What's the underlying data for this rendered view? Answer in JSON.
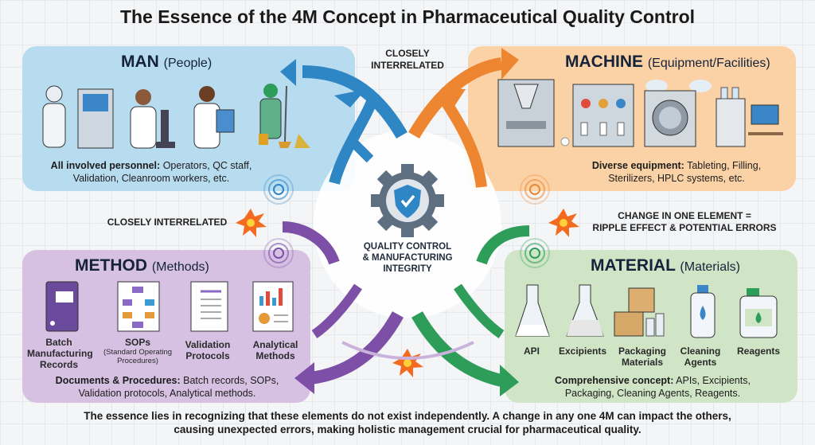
{
  "title": "The Essence of the 4M Concept in Pharmaceutical Quality Control",
  "colors": {
    "man": "#b7dbef",
    "machine": "#fbd2a6",
    "method": "#d6c1e3",
    "material": "#cfe5c6",
    "blue_arrow": "#2f86c4",
    "orange_arrow": "#ee8530",
    "purple_arrow": "#7d4fa6",
    "green_arrow": "#2f9d5a"
  },
  "man": {
    "heading": "MAN",
    "sub": "(People)",
    "desc_bold": "All involved personnel:",
    "desc_line1": "Operators, QC staff,",
    "desc_line2": "Validation, Cleanroom workers, etc."
  },
  "machine": {
    "heading": "MACHINE",
    "sub": "(Equipment/Facilities)",
    "desc_bold": "Diverse equipment:",
    "desc_line1": "Tableting, Filling,",
    "desc_line2": "Sterilizers, HPLC systems, etc."
  },
  "method": {
    "heading": "METHOD",
    "sub": "(Methods)",
    "items": [
      {
        "label": "Batch Manufacturing Records",
        "note": ""
      },
      {
        "label": "SOPs",
        "note": "(Standard Operating Procedures)"
      },
      {
        "label": "Validation Protocols",
        "note": ""
      },
      {
        "label": "Analytical Methods",
        "note": ""
      }
    ],
    "desc_bold": "Documents & Procedures:",
    "desc_line1": "Batch records, SOPs,",
    "desc_line2": "Validation protocols, Analytical methods."
  },
  "material": {
    "heading": "MATERIAL",
    "sub": "(Materials)",
    "items": [
      {
        "label": "API"
      },
      {
        "label": "Excipients"
      },
      {
        "label": "Packaging Materials"
      },
      {
        "label": "Cleaning Agents"
      },
      {
        "label": "Reagents"
      }
    ],
    "desc_bold": "Comprehensive concept:",
    "desc_line1": "APIs, Excipients,",
    "desc_line2": "Packaging, Cleaning Agents, Reagents."
  },
  "center": {
    "line1": "QUALITY CONTROL",
    "line2": "& MANUFACTURING",
    "line3": "INTEGRITY"
  },
  "callouts": {
    "top": [
      "CLOSELY",
      "INTERRELATED"
    ],
    "left": "CLOSELY INTERRELATED",
    "right": [
      "CHANGE IN ONE ELEMENT =",
      "RIPPLE EFFECT & POTENTIAL ERRORS"
    ]
  },
  "footer": [
    "The essence lies in recognizing that these elements do not exist independently. A change in any one 4M can impact the others,",
    "causing unexpected errors, making holistic management crucial for pharmaceutical quality."
  ]
}
